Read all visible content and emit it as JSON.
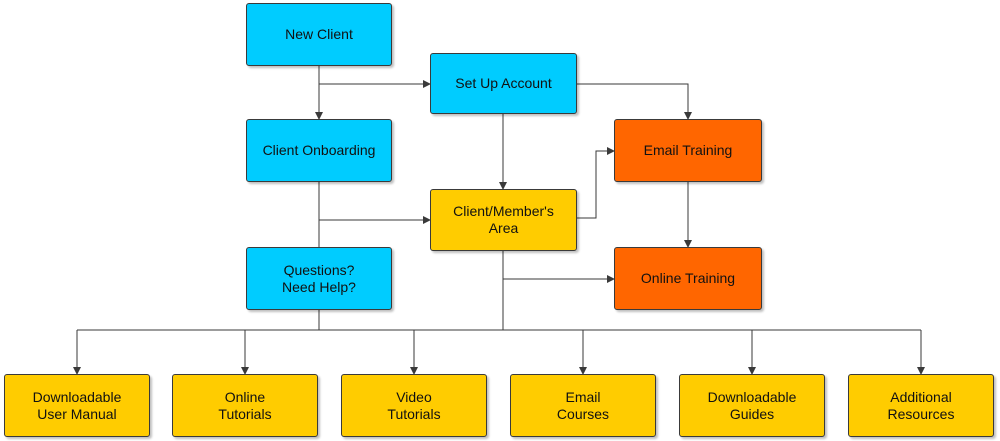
{
  "colors": {
    "blue": "#00ccff",
    "gold": "#ffcc00",
    "orange": "#ff6600",
    "line": "#3a3a3a"
  },
  "nodes": {
    "new_client": "New Client",
    "set_up_account": "Set Up Account",
    "client_onboarding": "Client Onboarding",
    "email_training": "Email Training",
    "member_area": "Client/Member's\nArea",
    "questions": "Questions?\nNeed Help?",
    "online_training": "Online Training",
    "user_manual": "Downloadable\nUser Manual",
    "online_tutorials": "Online\nTutorials",
    "video_tutorials": "Video\nTutorials",
    "email_courses": "Email\nCourses",
    "downloadable_guides": "Downloadable\nGuides",
    "additional_resources": "Additional\nResources"
  }
}
